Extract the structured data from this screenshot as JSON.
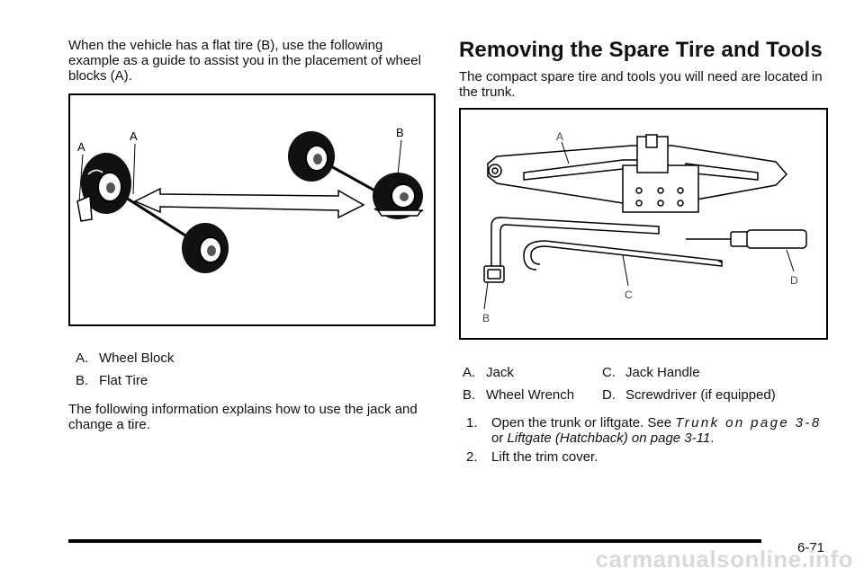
{
  "left": {
    "intro": "When the vehicle has a flat tire (B), use the following example as a guide to assist you in the placement of wheel blocks (A).",
    "figure": {
      "callout_a1": "A",
      "callout_a2": "A",
      "callout_b": "B"
    },
    "legend": [
      {
        "letter": "A.",
        "text": "Wheel Block"
      },
      {
        "letter": "B.",
        "text": "Flat Tire"
      }
    ],
    "outro": "The following information explains how to use the jack and change a tire."
  },
  "right": {
    "heading": "Removing the Spare Tire and Tools",
    "intro": "The compact spare tire and tools you will need are located in the trunk.",
    "figure": {
      "callout_a": "A",
      "callout_b": "B",
      "callout_c": "C",
      "callout_d": "D"
    },
    "legend": [
      {
        "letter": "A.",
        "text": "Jack"
      },
      {
        "letter": "B.",
        "text": "Wheel Wrench"
      },
      {
        "letter": "C.",
        "text": "Jack Handle"
      },
      {
        "letter": "D.",
        "text": "Screwdriver (if equipped)"
      }
    ],
    "steps": [
      {
        "num": "1.",
        "text_before": "Open the trunk or liftgate. See ",
        "ref1": "Trunk on page 3-8",
        "text_middle": "or ",
        "ref2": "Liftgate (Hatchback) on page 3-11",
        "text_after": "."
      },
      {
        "num": "2.",
        "text": "Lift the trim cover."
      }
    ]
  },
  "footer": {
    "page_number": "6-71",
    "watermark": "carmanualsonline.info"
  }
}
